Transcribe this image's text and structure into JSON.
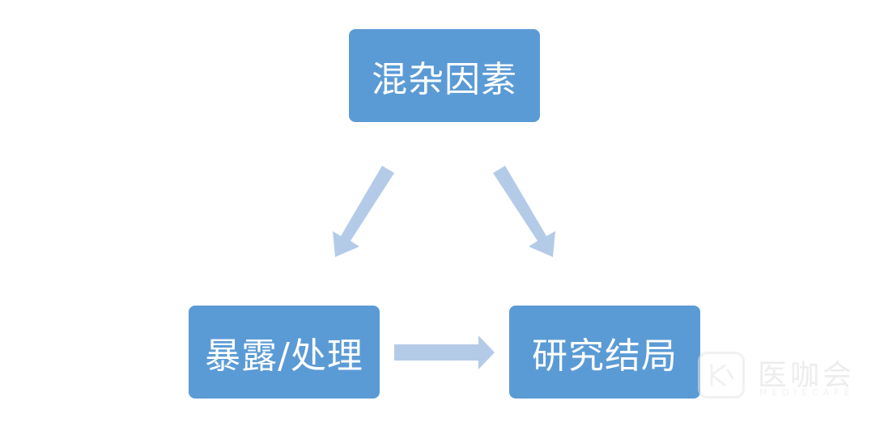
{
  "nodes": {
    "confounder": "混杂因素",
    "exposure": "暴露/处理",
    "outcome": "研究结局"
  },
  "watermark": {
    "brand": "医咖会",
    "subtitle": "MEDIECAFE"
  },
  "colors": {
    "box_fill": "#5b9bd5",
    "arrow_fill": "#b4cbe8",
    "text": "#ffffff"
  }
}
